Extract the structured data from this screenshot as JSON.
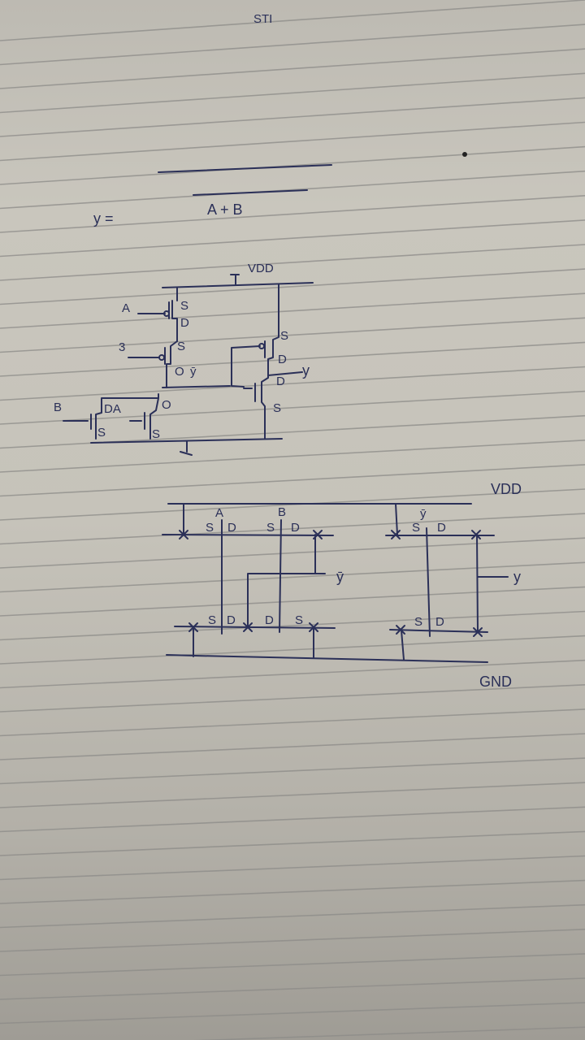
{
  "header_text": "STI",
  "equation": {
    "lhs": "y =",
    "rhs": "A + B"
  },
  "schematic": {
    "vdd_label": "VDD",
    "input_a": "A",
    "input_b_top": "3",
    "input_b_bottom": "B",
    "nmos_labels": "DA",
    "node_out": "ȳ",
    "output": "y",
    "terminals": [
      "S",
      "D",
      "S",
      "O",
      "O",
      "S",
      "S",
      "S",
      "D",
      "D",
      "S"
    ]
  },
  "layout": {
    "vdd_label": "VDD",
    "gnd_label": "GND",
    "poly_labels": [
      "A",
      "B",
      "ȳ"
    ],
    "top_terms": [
      "S",
      "D",
      "S",
      "D",
      "S",
      "D"
    ],
    "bottom_terms": [
      "S",
      "D",
      "D",
      "S",
      "S",
      "D"
    ],
    "ybar_label": "ȳ",
    "y_label": "y"
  },
  "colors": {
    "ink": "#2b3058",
    "paper": "#c6c3ba"
  }
}
